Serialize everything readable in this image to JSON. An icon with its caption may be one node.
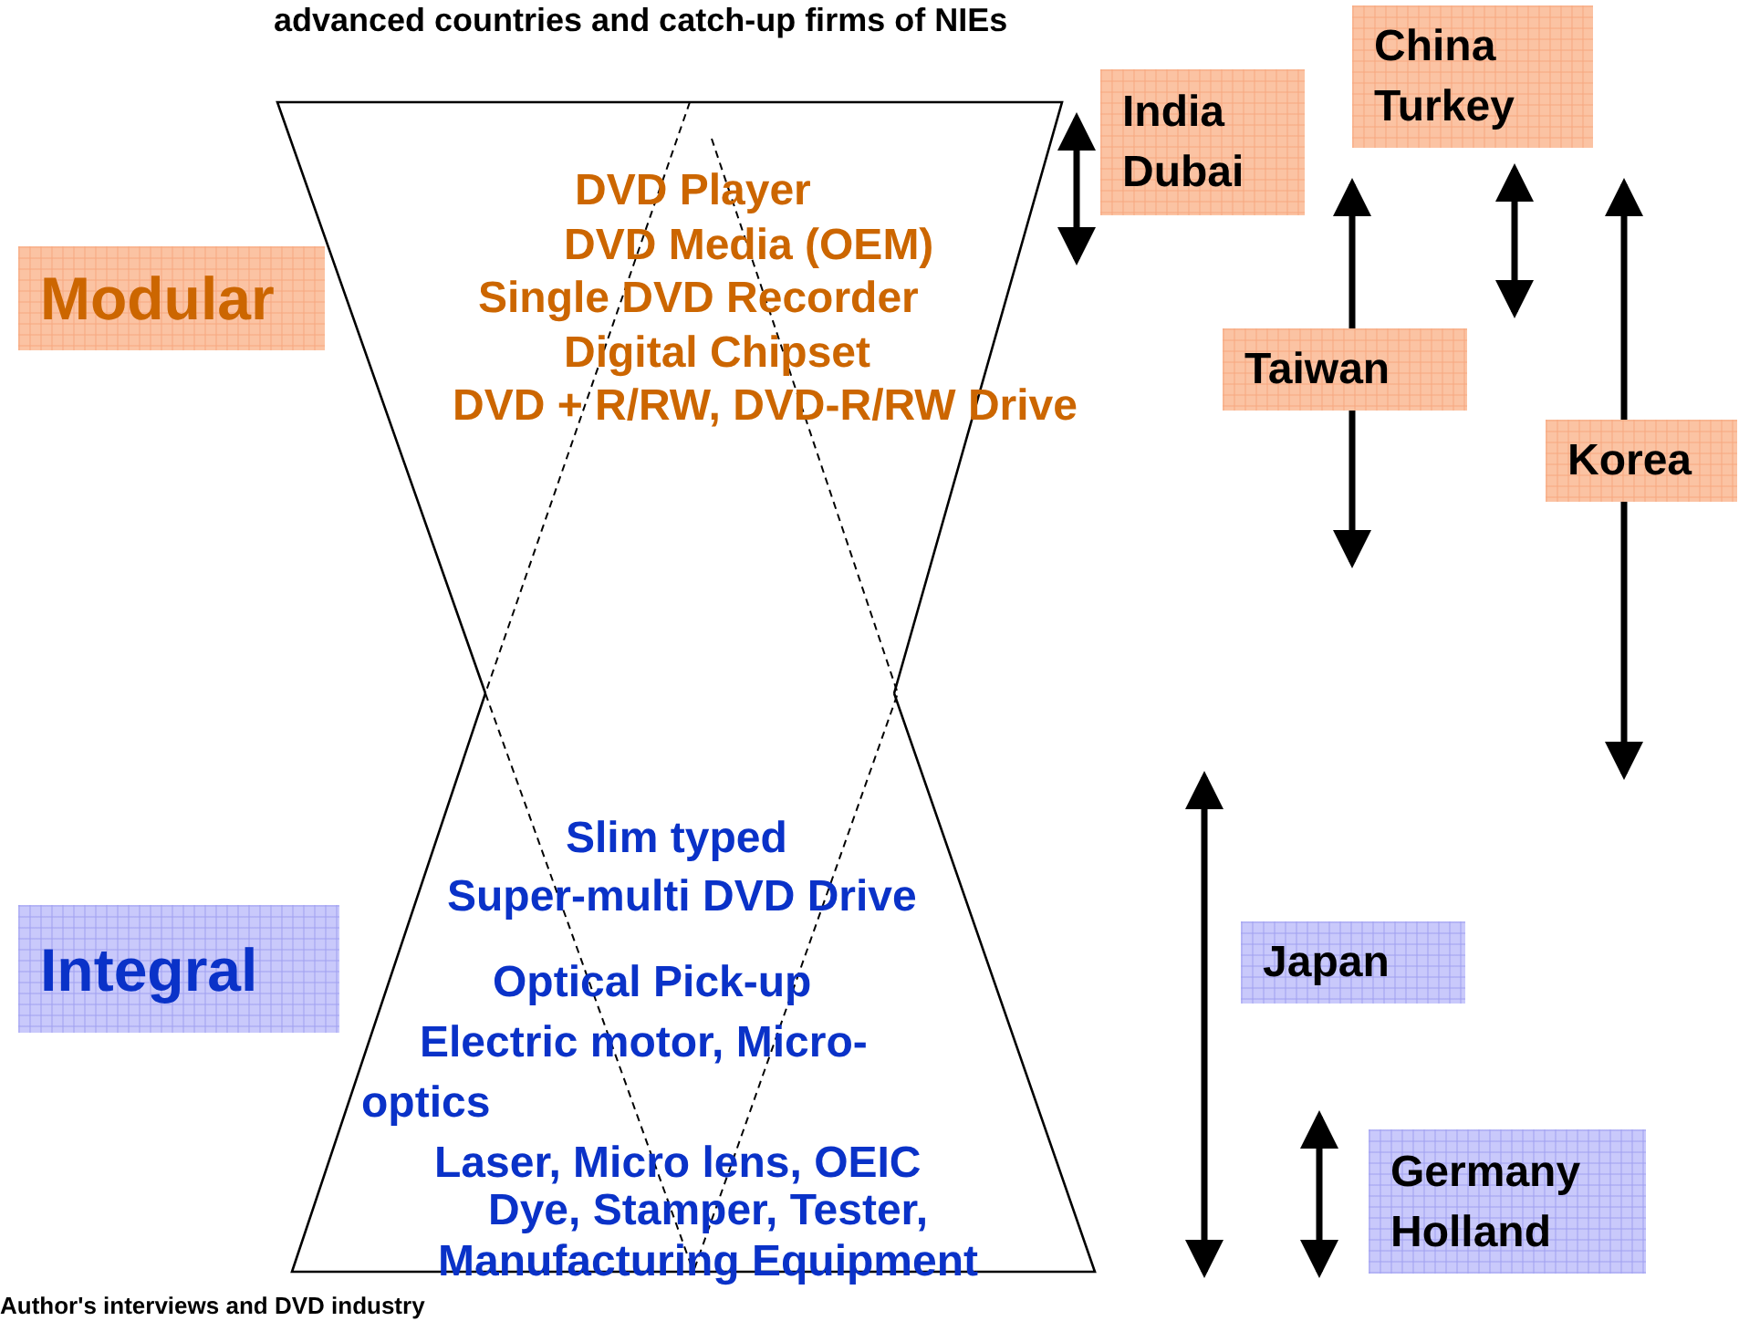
{
  "diagram": {
    "title": "advanced countries and catch-up firms of NIEs",
    "caption": "Author's interviews and DVD industry",
    "nodes": [
      {
        "text": [
          "DVD Player",
          "DVD Media (OEM)",
          "Single DVD Recorder",
          "Digital Chipset",
          "DVD + R/RW, DVD-R/RW Drive"
        ]
      },
      {
        "text": [
          "Modular"
        ]
      },
      {
        "text": [
          "India Dubai"
        ]
      },
      {
        "text": [
          "China Turkey"
        ]
      },
      {
        "text": [
          "Taiwan"
        ]
      },
      {
        "text": [
          "Korea"
        ]
      },
      {
        "text": [
          "Slim typed",
          "Super-multi DVD Drive",
          "Optical Pick-up",
          "Electric motor, Micro-optics",
          "Laser, Micro lens, OEIC",
          "Dye, Stamper, Tester, Manufacturing Equipment"
        ]
      },
      {
        "text": [
          "Integral"
        ]
      },
      {
        "text": [
          "Japan"
        ]
      },
      {
        "text": [
          "Germany Holland"
        ]
      }
    ]
  }
}
